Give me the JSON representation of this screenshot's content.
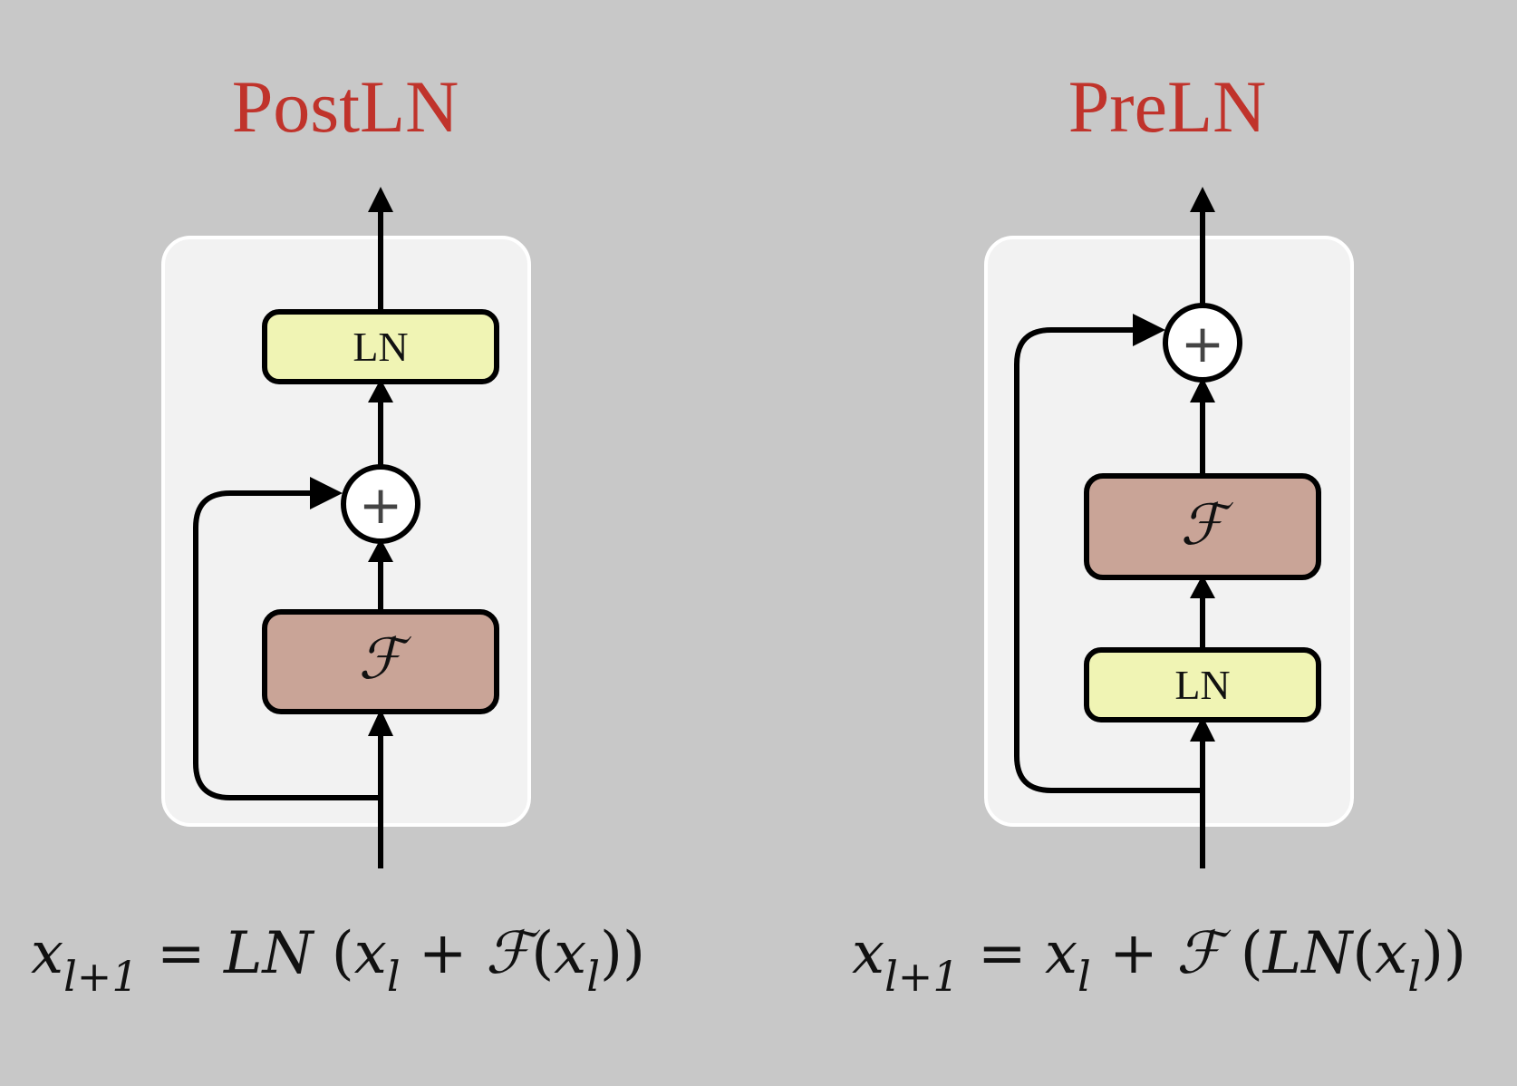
{
  "postln": {
    "title": "PostLN",
    "ln_label": "LN",
    "f_label": "ℱ",
    "plus": "+",
    "formula": {
      "lhs": "x",
      "lhs_sub": "l+1",
      "eq": "=",
      "fn": "LN",
      "open": "(",
      "x1": "x",
      "x1_sub": "l",
      "plus": "+",
      "f": "ℱ",
      "open2": "(",
      "x2": "x",
      "x2_sub": "l",
      "close": "))"
    }
  },
  "preln": {
    "title": "PreLN",
    "ln_label": "LN",
    "f_label": "ℱ",
    "plus": "+",
    "formula": {
      "lhs": "x",
      "lhs_sub": "l+1",
      "eq": "=",
      "x1": "x",
      "x1_sub": "l",
      "plus": "+",
      "f": "ℱ",
      "open": "(",
      "fn": "LN",
      "open2": "(",
      "x2": "x",
      "x2_sub": "l",
      "close": "))"
    }
  },
  "colors": {
    "background": "#c8c8c8",
    "panel": "#f2f2f2",
    "ln_box": "#f0f4b4",
    "f_box": "#c9a497",
    "title": "#c0332b",
    "stroke": "#000000"
  }
}
